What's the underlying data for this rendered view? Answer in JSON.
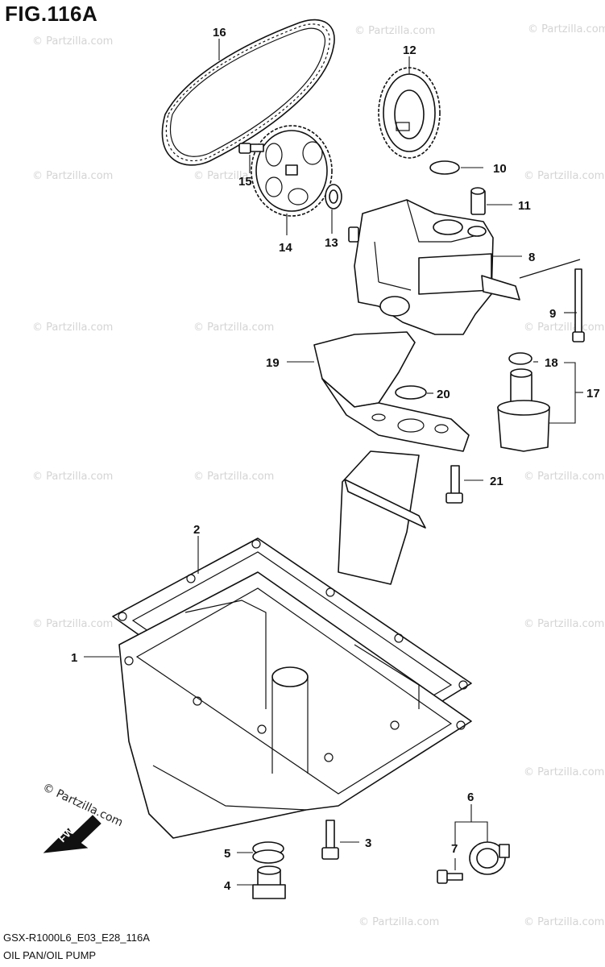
{
  "figure": {
    "title": "FIG.116A",
    "code": "GSX-R1000L6_E03_E28_116A",
    "name": "OIL PAN/OIL PUMP",
    "watermark": "© Partzilla.com"
  },
  "fwd": {
    "label": "FWD",
    "brand": "© Partzilla.com"
  },
  "callouts": [
    {
      "id": "1",
      "label": "1",
      "part": "oil-pan"
    },
    {
      "id": "2",
      "label": "2",
      "part": "oil-pan-gasket"
    },
    {
      "id": "3",
      "label": "3",
      "part": "oil-pan-bolt"
    },
    {
      "id": "4",
      "label": "4",
      "part": "drain-plug"
    },
    {
      "id": "5",
      "label": "5",
      "part": "drain-plug-gasket"
    },
    {
      "id": "6",
      "label": "6",
      "part": "oil-pressure-switch-assembly"
    },
    {
      "id": "7",
      "label": "7",
      "part": "switch-bolt"
    },
    {
      "id": "8",
      "label": "8",
      "part": "oil-pump"
    },
    {
      "id": "9",
      "label": "9",
      "part": "pump-bolt"
    },
    {
      "id": "10",
      "label": "10",
      "part": "o-ring"
    },
    {
      "id": "11",
      "label": "11",
      "part": "dowel-pin"
    },
    {
      "id": "12",
      "label": "12",
      "part": "drive-sprocket"
    },
    {
      "id": "13",
      "label": "13",
      "part": "washer"
    },
    {
      "id": "14",
      "label": "14",
      "part": "driven-sprocket"
    },
    {
      "id": "15",
      "label": "15",
      "part": "sprocket-bolt"
    },
    {
      "id": "16",
      "label": "16",
      "part": "pump-drive-chain"
    },
    {
      "id": "17",
      "label": "17",
      "part": "regulator-assembly"
    },
    {
      "id": "18",
      "label": "18",
      "part": "regulator-o-ring"
    },
    {
      "id": "19",
      "label": "19",
      "part": "oil-strainer"
    },
    {
      "id": "20",
      "label": "20",
      "part": "strainer-o-ring"
    },
    {
      "id": "21",
      "label": "21",
      "part": "strainer-bolt"
    }
  ],
  "colors": {
    "ink": "#111111",
    "paper": "#ffffff",
    "watermark": "#d4d4d4"
  }
}
